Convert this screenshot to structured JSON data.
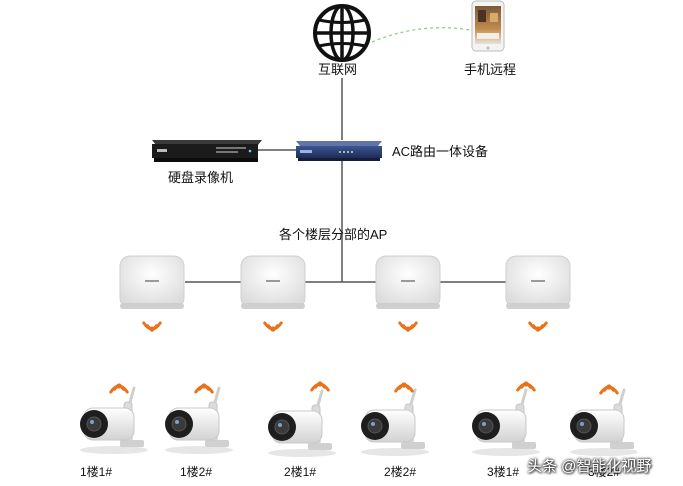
{
  "nodes": {
    "internet": "互联网",
    "phone": "手机远程",
    "router": "AC路由一体设备",
    "nvr": "硬盘录像机",
    "ap_group": "各个楼层分部的AP"
  },
  "cameras": [
    "1楼1#",
    "1楼2#",
    "2楼1#",
    "2楼2#",
    "3楼1#",
    "3楼2#"
  ],
  "watermark": "头条 @智能化视野",
  "colors": {
    "wifi": "#e8731b",
    "router": "#2b3f73",
    "link_dashed": "#8fd08f",
    "line": "#555555"
  }
}
